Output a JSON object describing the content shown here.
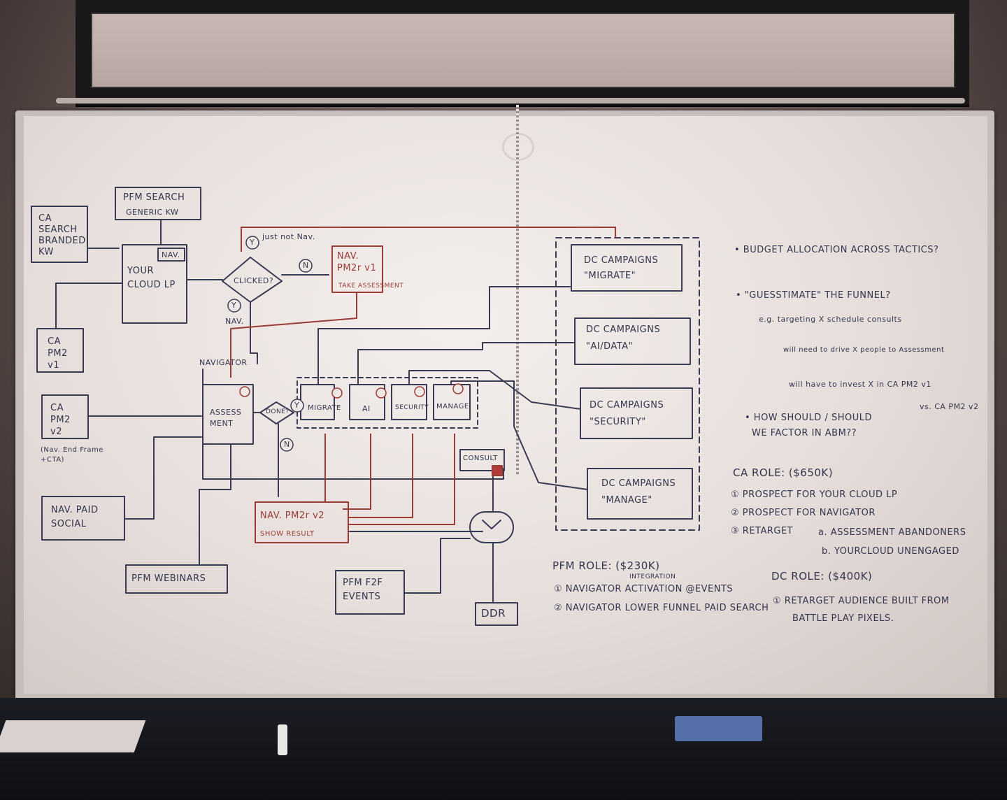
{
  "boxes": {
    "ca_search": "CA SEARCH BRANDED KW",
    "pfm_search": "PFM SEARCH",
    "pfm_search_sub": "GENERIC KW",
    "your_cloud_lp": "YOUR CLOUD LP",
    "nav_tag": "NAV.",
    "clicked": "CLICKED?",
    "just_not_nav": "just not Nav.",
    "y1": "Y",
    "n1": "N",
    "y2": "Y",
    "nav_label": "NAV.",
    "nav_pm2_v1": "NAV. PM2r v1",
    "nav_pm2_v1_sub": "TAKE ASSESSMENT",
    "ca_pm2_v1": "CA PM2 v1",
    "navigator": "NAVIGATOR",
    "assessment": "ASSESS MENT",
    "done": "DONE?",
    "y3": "Y",
    "n3": "N",
    "migrate": "MIGRATE",
    "ai": "AI",
    "security": "SECURITY",
    "manage": "MANAGE",
    "consult": "CONSULT",
    "ca_pm2_v2": "CA PM2 v2",
    "ca_pm2_v2_note": "(Nav. End Frame +CTA)",
    "nav_paid_social": "NAV. PAID SOCIAL",
    "nav_pm2_v2": "NAV. PM2r v2",
    "nav_pm2_v2_sub": "SHOW RESULT",
    "pfm_webinars": "PFM WEBINARS",
    "pfm_f2f": "PFM F2F EVENTS",
    "ddr": "DDR",
    "dc_migrate": "DC CAMPAIGNS \"MIGRATE\"",
    "dc_ai": "DC CAMPAIGNS \"AI/DATA\"",
    "dc_security": "DC CAMPAIGNS \"SECURITY\"",
    "dc_manage": "DC CAMPAIGNS \"MANAGE\""
  },
  "notes": {
    "q1": "• BUDGET ALLOCATION ACROSS TACTICS?",
    "q2": "• \"GUESSTIMATE\" THE FUNNEL?",
    "q2_a": "e.g. targeting X schedule consults",
    "q2_b": "will need to drive X people to Assessment",
    "q2_c": "will have to invest X in CA PM2 v1",
    "q2_d": "vs. CA PM2 v2",
    "q3": "• HOW SHOULD / SHOULD",
    "q3_b": "WE FACTOR IN ABM??",
    "ca_role": "CA ROLE: ($650K)",
    "ca_1": "① PROSPECT FOR YOUR CLOUD LP",
    "ca_2": "② PROSPECT FOR NAVIGATOR",
    "ca_3": "③ RETARGET",
    "ca_3a": "a. ASSESSMENT ABANDONERS",
    "ca_3b": "b. YOURCLOUD UNENGAGED",
    "pfm_role": "PFM ROLE: ($230K)",
    "pfm_integration": "INTEGRATION",
    "pfm_1": "① NAVIGATOR ACTIVATION @EVENTS",
    "pfm_2": "② NAVIGATOR LOWER FUNNEL PAID SEARCH",
    "dc_role": "DC ROLE: ($400K)",
    "dc_1": "① RETARGET AUDIENCE BUILT FROM",
    "dc_1b": "BATTLE PLAY PIXELS."
  },
  "colors": {
    "ink_blue": "#3b3a52",
    "ink_red": "#9a3b36",
    "board": "#efe9e6"
  }
}
